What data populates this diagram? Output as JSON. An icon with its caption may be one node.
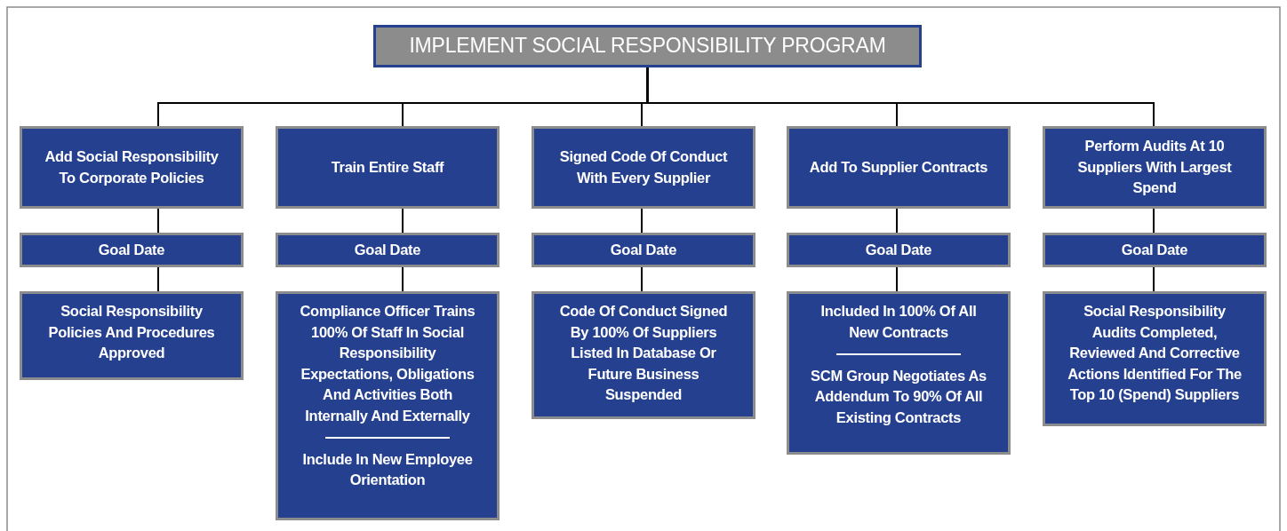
{
  "diagram": {
    "nodes": [
      {
        "text": [
          "IMPLEMENT SOCIAL RESPONSIBILITY PROGRAM"
        ]
      },
      {
        "text": [
          "Add Social Responsibility  To Corporate Policies"
        ]
      },
      {
        "text": [
          "Train Entire Staff"
        ]
      },
      {
        "text": [
          "Signed Code Of Conduct With Every Supplier"
        ]
      },
      {
        "text": [
          "Add To Supplier Contracts"
        ]
      },
      {
        "text": [
          "Perform Audits At 10 Suppliers With Largest Spend"
        ]
      },
      {
        "text": [
          "Goal Date"
        ]
      },
      {
        "text": [
          "Goal Date"
        ]
      },
      {
        "text": [
          "Goal Date"
        ]
      },
      {
        "text": [
          "Goal Date"
        ]
      },
      {
        "text": [
          "Goal Date"
        ]
      },
      {
        "text": [
          "Social Responsibility Policies And Procedures Approved"
        ]
      },
      {
        "text": [
          "Compliance Officer Trains 100% Of Staff In Social Responsibility Expectations, Obligations And Activities Both Internally And Externally",
          "Include In New Employee Orientation"
        ]
      },
      {
        "text": [
          "Code Of Conduct Signed By 100% Of Suppliers Listed In Database Or Future Business Suspended"
        ]
      },
      {
        "text": [
          "Included In 100% Of All New Contracts",
          "SCM Group Negotiates As Addendum To 90% Of All Existing Contracts"
        ]
      },
      {
        "text": [
          "Social Responsibility Audits Completed, Reviewed And Corrective Actions Identified For The Top 10 (Spend) Suppliers"
        ]
      }
    ],
    "edges": [
      {
        "from": 0,
        "to": 1,
        "arrow": "none"
      },
      {
        "from": 0,
        "to": 2,
        "arrow": "none"
      },
      {
        "from": 0,
        "to": 3,
        "arrow": "none"
      },
      {
        "from": 0,
        "to": 4,
        "arrow": "none"
      },
      {
        "from": 0,
        "to": 5,
        "arrow": "none"
      },
      {
        "from": 1,
        "to": 6,
        "arrow": "none"
      },
      {
        "from": 2,
        "to": 7,
        "arrow": "none"
      },
      {
        "from": 3,
        "to": 8,
        "arrow": "none"
      },
      {
        "from": 4,
        "to": 9,
        "arrow": "none"
      },
      {
        "from": 5,
        "to": 10,
        "arrow": "none"
      },
      {
        "from": 6,
        "to": 11,
        "arrow": "none"
      },
      {
        "from": 7,
        "to": 12,
        "arrow": "none"
      },
      {
        "from": 8,
        "to": 13,
        "arrow": "none"
      },
      {
        "from": 9,
        "to": 14,
        "arrow": "none"
      },
      {
        "from": 10,
        "to": 15,
        "arrow": "none"
      }
    ]
  }
}
